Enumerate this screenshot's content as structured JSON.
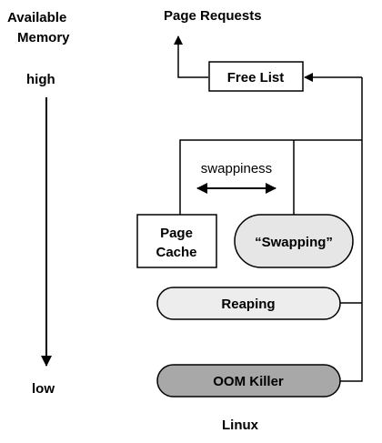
{
  "left_axis": {
    "title_line1": "Available",
    "title_line2": "Memory",
    "high_label": "high",
    "low_label": "low"
  },
  "nodes": {
    "page_requests": "Page Requests",
    "free_list": "Free List",
    "swappiness": "swappiness",
    "page_cache_line1": "Page",
    "page_cache_line2": "Cache",
    "swapping": "“Swapping”",
    "reaping": "Reaping",
    "oom_killer": "OOM Killer"
  },
  "footer": "Linux",
  "colors": {
    "swapping_fill": "#e6e6e6",
    "reaping_fill": "#ededed",
    "oom_fill": "#a8a8a8",
    "stroke": "#000000"
  }
}
